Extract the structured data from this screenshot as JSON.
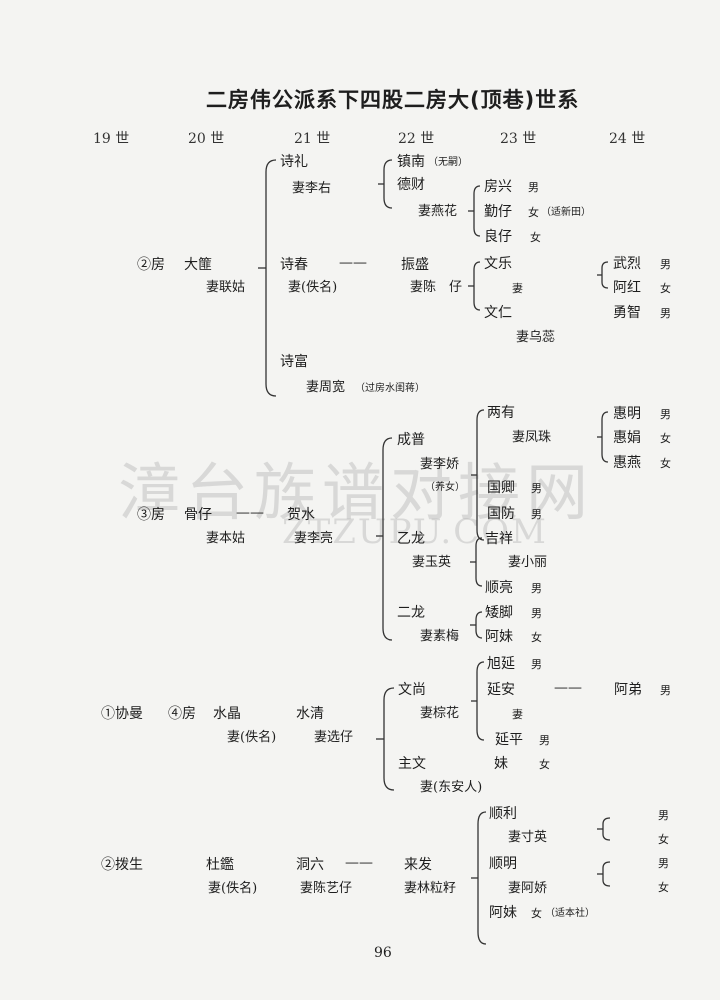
{
  "title": "二房伟公派系下四股二房大(顶巷)世系",
  "generations": [
    "19 世",
    "20 世",
    "21 世",
    "22 世",
    "23 世",
    "24 世"
  ],
  "watermark": {
    "cn": "漳台族谱对接网",
    "en": "ZTZUPU.COM"
  },
  "page_number": "96",
  "branch1": {
    "root": "②房",
    "g20": "大篚",
    "g20_wife": "妻联姑",
    "c1": "诗礼",
    "c1_wife": "妻李右",
    "c1a": "镇南",
    "c1a_note": "（无嗣）",
    "c1b": "德财",
    "c1b_wife": "妻燕花",
    "c1b_s1": "房兴",
    "c1b_s1_sex": "男",
    "c1b_s2": "勤仔",
    "c1b_s2_sex": "女",
    "c1b_s2_note": "（适新田）",
    "c1b_s3": "良仔",
    "c1b_s3_sex": "女",
    "c2": "诗春",
    "dash": "——",
    "c2_wife": "妻(佚名)",
    "c2a": "振盛",
    "c2a_wife": "妻陈　仔",
    "c2a_s1": "文乐",
    "c2a_s1_wife": "妻",
    "c2a_s2": "文仁",
    "c2a_s2_wife": "妻乌蕊",
    "g24a": "武烈",
    "g24a_sex": "男",
    "g24b": "阿红",
    "g24b_sex": "女",
    "g24c": "勇智",
    "g24c_sex": "男",
    "c3": "诗富",
    "c3_wife": "妻周宽",
    "c3_note": "（过房水闺蒋）"
  },
  "branch2": {
    "root": "③房",
    "g20": "骨仔",
    "dash": "——",
    "g20_wife": "妻本姑",
    "g21": "贺水",
    "g21_wife": "妻李亮",
    "a": "成普",
    "a_wife": "妻李娇",
    "a_note": "（养女）",
    "a1": "两有",
    "a1_wife": "妻凤珠",
    "a1_c1": "惠明",
    "a1_c1_sex": "男",
    "a1_c2": "惠娟",
    "a1_c2_sex": "女",
    "a1_c3": "惠燕",
    "a1_c3_sex": "女",
    "a2": "国卿",
    "a2_sex": "男",
    "a3": "国防",
    "a3_sex": "男",
    "b": "乙龙",
    "b_wife": "妻玉英",
    "b1": "吉祥",
    "b1_wife": "妻小丽",
    "b2": "顺亮",
    "b2_sex": "男",
    "c": "二龙",
    "c_wife": "妻素梅",
    "c1": "矮脚",
    "c1_sex": "男",
    "c2": "阿妹",
    "c2_sex": "女"
  },
  "branch3": {
    "root1": "①协曼",
    "root2": "④房",
    "g20": "水晶",
    "g20_wife": "妻(佚名)",
    "g21": "水清",
    "g21_wife": "妻选仔",
    "a": "文尚",
    "a_wife": "妻棕花",
    "a1": "旭延",
    "a1_sex": "男",
    "a2": "延安",
    "dash": "——",
    "a2_wife": "妻",
    "a2_child": "阿弟",
    "a2_child_sex": "男",
    "a3": "延平",
    "a3_sex": "男",
    "b": "主文",
    "b_child": "妹",
    "b_child_sex": "女",
    "b_wife": "妻(东安人)"
  },
  "branch4": {
    "root": "②拨生",
    "g20": "杜鑑",
    "g20_wife": "妻(佚名)",
    "g21": "洞六",
    "dash": "——",
    "g21_wife": "妻陈艺仔",
    "g22": "来发",
    "g22_wife": "妻林粒籽",
    "a": "顺利",
    "a_wife": "妻寸英",
    "a_c1_sex": "男",
    "a_c2_sex": "女",
    "b": "顺明",
    "b_wife": "妻阿娇",
    "b_c1_sex": "男",
    "b_c2_sex": "女",
    "c": "阿妹",
    "c_sex": "女",
    "c_note": "（适本社）"
  }
}
